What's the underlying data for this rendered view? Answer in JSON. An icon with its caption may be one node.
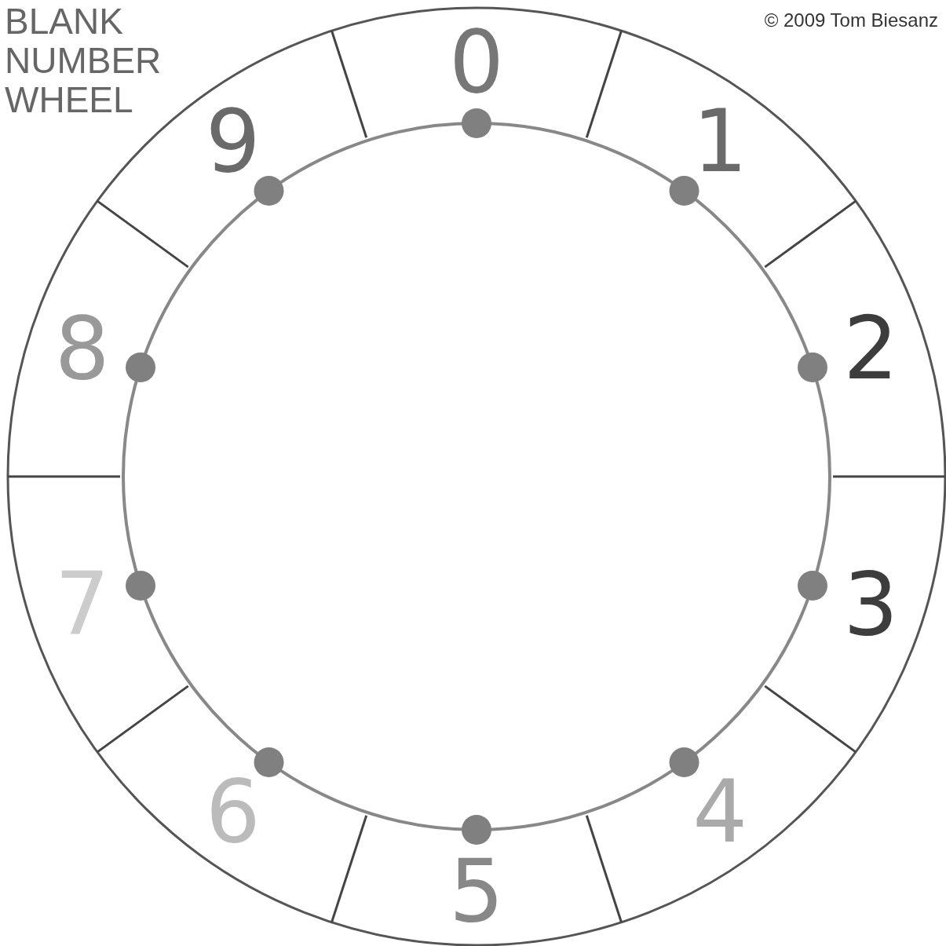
{
  "diagram": {
    "title": "BLANK NUMBER WHEEL",
    "labels": [
      "© 2009 Tom Biesanz",
      "0",
      "1",
      "2",
      "3",
      "4",
      "5",
      "6",
      "7",
      "8",
      "9"
    ]
  }
}
